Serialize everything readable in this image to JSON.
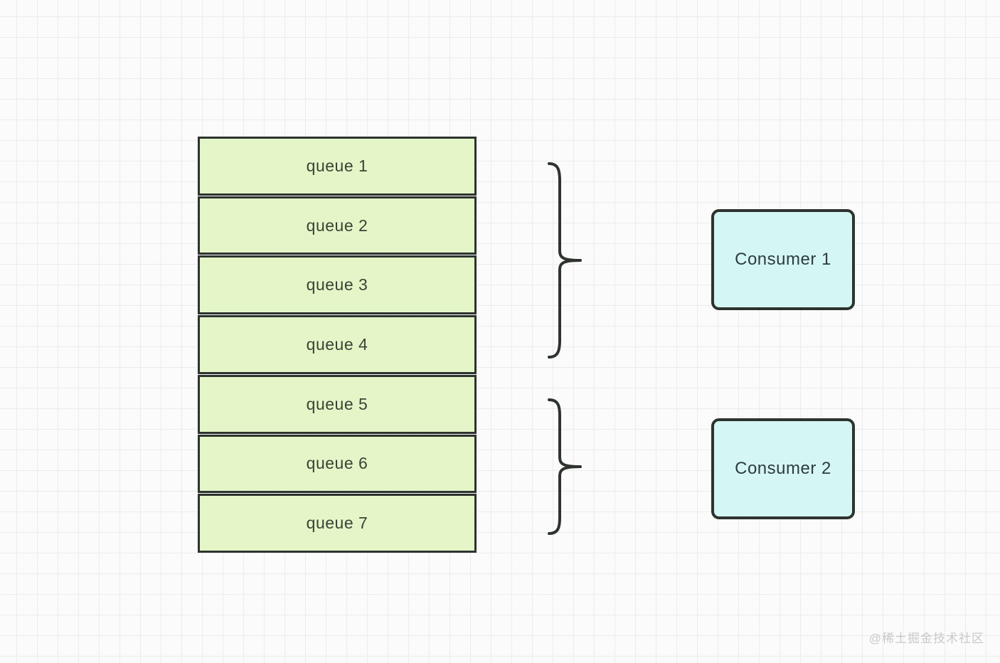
{
  "queues": [
    "queue 1",
    "queue 2",
    "queue 3",
    "queue 4",
    "queue 5",
    "queue 6",
    "queue 7"
  ],
  "consumers": [
    "Consumer 1",
    "Consumer 2"
  ],
  "groups": [
    {
      "queues": [
        "queue 1",
        "queue 2",
        "queue 3",
        "queue 4"
      ],
      "consumer": "Consumer 1"
    },
    {
      "queues": [
        "queue 5",
        "queue 6",
        "queue 7"
      ],
      "consumer": "Consumer 2"
    }
  ],
  "watermark": "@稀土掘金技术社区",
  "colors": {
    "background": "#fbfbfb",
    "grid_line": "#ececec",
    "stroke": "#2d332e",
    "queue_fill": "#e4f6c8",
    "consumer_fill": "#d4f6f4",
    "queue_text": "#3a4334",
    "consumer_text": "#2e3c3d",
    "watermark": "#c9c9c9"
  }
}
